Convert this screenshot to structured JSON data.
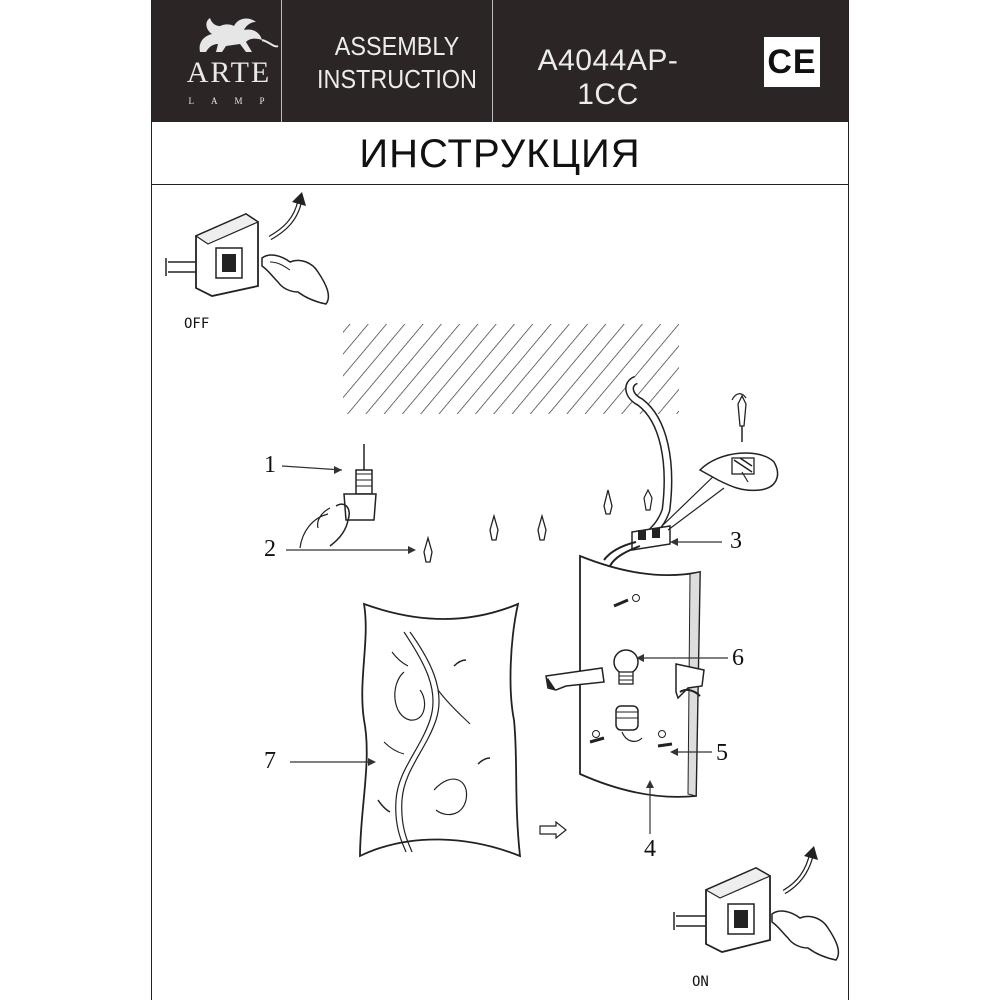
{
  "header": {
    "brand": "ARTE",
    "brand_sub": "LAMP",
    "doc_type_line1": "ASSEMBLY",
    "doc_type_line2": "INSTRUCTION",
    "model": "A4044AP-1CC",
    "mark": "CE"
  },
  "title": "ИНСТРУКЦИЯ",
  "switch_off_label": "OFF",
  "switch_on_label": "ON",
  "parts": {
    "p1": "1",
    "p2": "2",
    "p3": "3",
    "p4": "4",
    "p5": "5",
    "p6": "6",
    "p7": "7"
  }
}
